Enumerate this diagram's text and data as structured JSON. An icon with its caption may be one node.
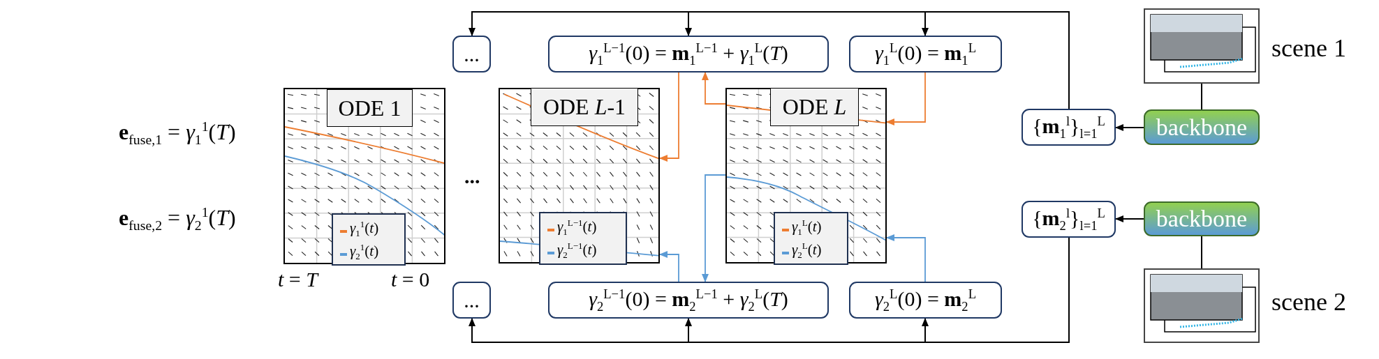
{
  "diagram": {
    "nodes": [
      {
        "text": [
          "..."
        ]
      },
      {
        "text": [
          "*γ*$_{1}$$^{L−1}$(0) = **m**$_{1}$$^{L−1}$ + *γ*$_{1}$$^{L}$(*T*)"
        ]
      },
      {
        "text": [
          "*γ*$_{1}$$^{L}$(0) = **m**$_{1}$$^{L}$"
        ]
      },
      {
        "text": [
          "ODE 1"
        ],
        "beside": [
          "*t* = *T*",
          "*t* = 0"
        ]
      },
      {
        "text": [
          "ODE *L*-1"
        ]
      },
      {
        "text": [
          "ODE *L*"
        ]
      },
      {
        "text": [
          "{**m**$_{1}$$^{l}$}$_{l=1}$$^{L}$"
        ]
      },
      {
        "text": [
          "backbone"
        ]
      },
      {
        "text": [],
        "shape": "picture",
        "beside": [
          "scene 1"
        ]
      },
      {
        "text": [
          "..."
        ]
      },
      {
        "text": [
          "*γ*$_{2}$$^{L−1}$(0) = **m**$_{2}$$^{L−1}$ + *γ*$_{2}$$^{L}$(*T*)"
        ]
      },
      {
        "text": [
          "*γ*$_{2}$$^{L}$(0) = **m**$_{2}$$^{L}$"
        ]
      },
      {
        "text": [
          "{**m**$_{2}$$^{l}$}$_{l=1}$$^{L}$"
        ]
      },
      {
        "text": [
          "backbone"
        ]
      },
      {
        "text": [],
        "shape": "picture",
        "beside": [
          "scene 2"
        ]
      }
    ],
    "edges": [
      {
        "from": 8,
        "to": 7,
        "arrow": "none"
      },
      {
        "from": 7,
        "to": 6,
        "arrow": "to"
      },
      {
        "from": 6,
        "to": 2,
        "arrow": "to"
      },
      {
        "from": 6,
        "to": 1,
        "arrow": "to"
      },
      {
        "from": 6,
        "to": 0,
        "arrow": "to"
      },
      {
        "from": 2,
        "to": 5,
        "arrow": "to",
        "color": "#ed7d31"
      },
      {
        "from": 5,
        "to": 1,
        "arrow": "to",
        "color": "#ed7d31"
      },
      {
        "from": 1,
        "to": 4,
        "arrow": "to",
        "color": "#ed7d31"
      },
      {
        "from": 14,
        "to": 13,
        "arrow": "none"
      },
      {
        "from": 13,
        "to": 12,
        "arrow": "to"
      },
      {
        "from": 12,
        "to": 11,
        "arrow": "to"
      },
      {
        "from": 12,
        "to": 10,
        "arrow": "to"
      },
      {
        "from": 12,
        "to": 9,
        "arrow": "to"
      },
      {
        "from": 11,
        "to": 5,
        "arrow": "to",
        "color": "#5b9bd5"
      },
      {
        "from": 5,
        "to": 10,
        "arrow": "to",
        "color": "#5b9bd5"
      },
      {
        "from": 10,
        "to": 4,
        "arrow": "to",
        "color": "#5b9bd5"
      }
    ],
    "labels": [
      "**e**$_{fuse,1}$ = *γ*$_{1}$$^{1}$(*T*)",
      "**e**$_{fuse,2}$ = *γ*$_{2}$$^{1}$(*T*)",
      "..."
    ],
    "legend": [
      {
        "text": "*γ*$_{1}$$^{1}$(*t*)",
        "color": "#ed7d31"
      },
      {
        "text": "*γ*$_{2}$$^{1}$(*t*)",
        "color": "#5b9bd5"
      },
      {
        "text": "*γ*$_{1}$$^{L−1}$(*t*)",
        "color": "#ed7d31"
      },
      {
        "text": "*γ*$_{2}$$^{L−1}$(*t*)",
        "color": "#5b9bd5"
      },
      {
        "text": "*γ*$_{1}$$^{L}$(*t*)",
        "color": "#ed7d31"
      },
      {
        "text": "*γ*$_{2}$$^{L}$(*t*)",
        "color": "#5b9bd5"
      }
    ]
  }
}
